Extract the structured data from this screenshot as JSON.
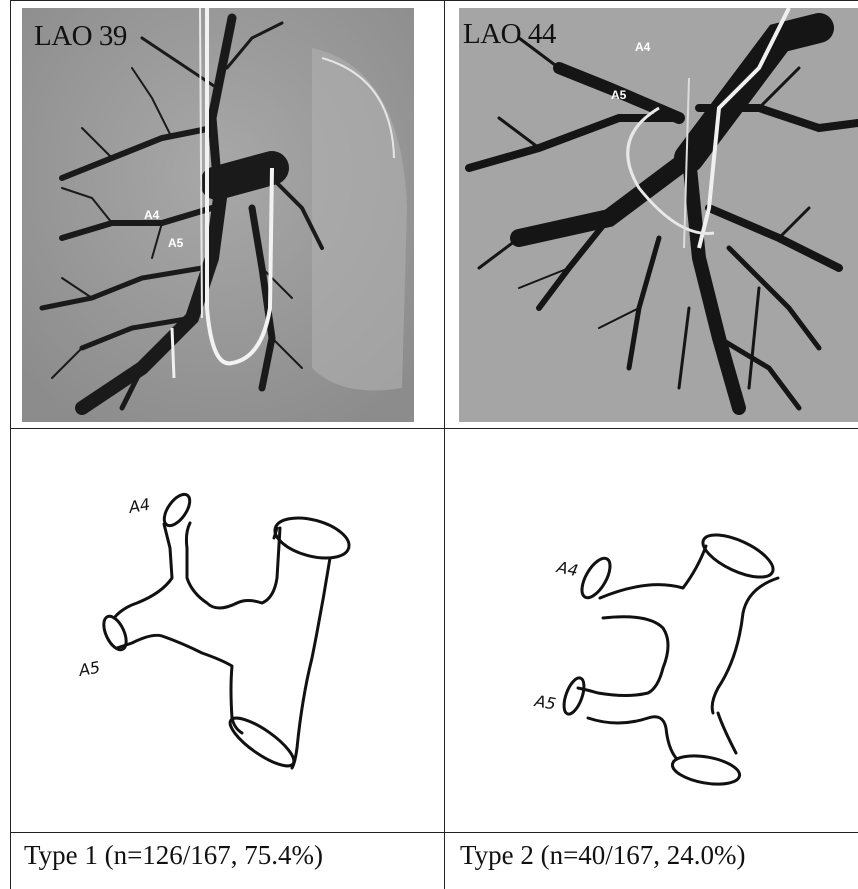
{
  "panels": [
    {
      "view": "LAO 39",
      "angio_labels": {
        "a4": "A4",
        "a5": "A5"
      },
      "sketch_labels": {
        "a4": "A4",
        "a5": "A5"
      },
      "caption": "Type 1 (n=126/167, 75.4%)"
    },
    {
      "view": "LAO 44",
      "angio_labels": {
        "a4": "A4",
        "a5": "A5"
      },
      "sketch_labels": {
        "a4": "A4",
        "a5": "A5"
      },
      "caption": "Type 2 (n=40/167, 24.0%)"
    }
  ],
  "colors": {
    "grid": "#222222",
    "angio_bg_left": "#9c9c9c",
    "angio_bg_right": "#a3a3a3",
    "vessel": "#1a1a1a",
    "catheter": "#f2f2f2"
  }
}
